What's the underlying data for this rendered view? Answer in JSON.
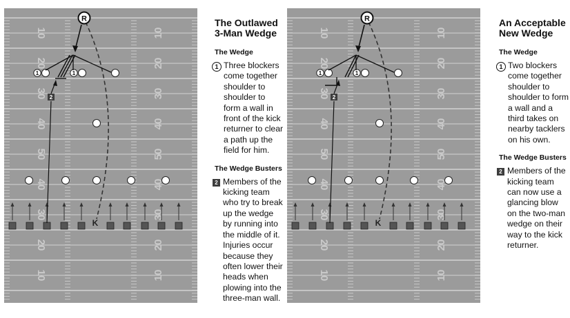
{
  "left": {
    "title_line1": "The Outlawed",
    "title_line2": "3-Man Wedge",
    "wedge_heading": "The Wedge",
    "wedge_marker": "1",
    "wedge_text": "Three blockers come together shoulder to shoulder to form a wall in front of the kick returner to clear a path up the field for him.",
    "busters_heading": "The Wedge Busters",
    "busters_marker": "2",
    "busters_text": "Members of the kicking team who try to break up the wedge by running into the middle of it. Injuries occur because they often lower their heads when plowing into the three-man wall."
  },
  "right": {
    "title_line1": "An Acceptable",
    "title_line2": "New Wedge",
    "wedge_heading": "The Wedge",
    "wedge_marker": "1",
    "wedge_text": "Two blockers come together shoulder to shoulder to form a wall and a third takes on nearby tacklers on his own.",
    "busters_heading": "The Wedge Busters",
    "busters_marker": "2",
    "busters_text": "Members of the kicking team can now use a glancing blow on the two-man wedge on their way to the kick returner."
  },
  "field": {
    "yard_numbers": [
      "10",
      "20",
      "30",
      "40",
      "50",
      "40",
      "30",
      "20",
      "10"
    ],
    "returner_label": "R",
    "kicker_label": "K",
    "blocker_label": "1",
    "buster_label": "2",
    "colors": {
      "turf": "#9b9b9b",
      "lines": "#d3d3d3",
      "player": "#ffffff",
      "kicking_team": "#555555"
    }
  }
}
